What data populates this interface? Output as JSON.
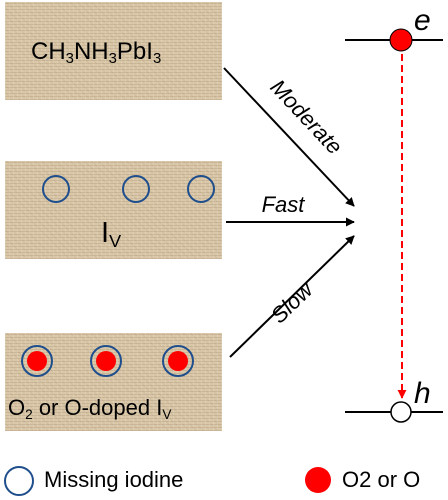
{
  "panels": {
    "pristine": {
      "formula_parts": [
        "CH",
        "3",
        "NH",
        "3",
        "PbI",
        "3"
      ]
    },
    "vacancy": {
      "label_main": "I",
      "label_sub": "V"
    },
    "doped": {
      "label_text": "O",
      "label_sub1": "2",
      "label_mid": " or O-doped I",
      "label_sub2": "V"
    }
  },
  "arrows": {
    "moderate": "Moderate",
    "fast": "Fast",
    "slow": "Slow"
  },
  "levels": {
    "electron": "e",
    "hole": "h"
  },
  "legend": {
    "missing_iodine": "Missing iodine",
    "oxygen": "O2 or O"
  },
  "colors": {
    "panel": "#d9c7a8",
    "vacancy_ring": "#1f4e8c",
    "oxygen_fill": "#ff0000",
    "dashed_line": "#ff0000"
  }
}
